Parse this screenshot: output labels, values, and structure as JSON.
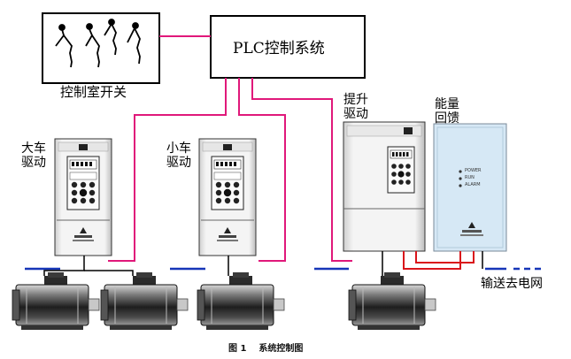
{
  "plc": {
    "title": "PLC控制系统"
  },
  "control_room": {
    "label": "控制室开关"
  },
  "drives": {
    "big_trolley": "大车\n驱动",
    "small_trolley": "小车\n驱动",
    "hoist": "提升\n驱动",
    "energy_feedback": "能量\n回馈"
  },
  "feedback_panel": {
    "leds": [
      "POWER",
      "RUN",
      "ALARM"
    ]
  },
  "grid_output": {
    "label": "输送去电网"
  },
  "caption": {
    "text": "图 1    系统控制图"
  },
  "colors": {
    "signal_wire": "#e0187a",
    "dc_bus": "#d9151b",
    "power_wire": "#1636b8",
    "feedback_unit": "#d6e8f5"
  }
}
